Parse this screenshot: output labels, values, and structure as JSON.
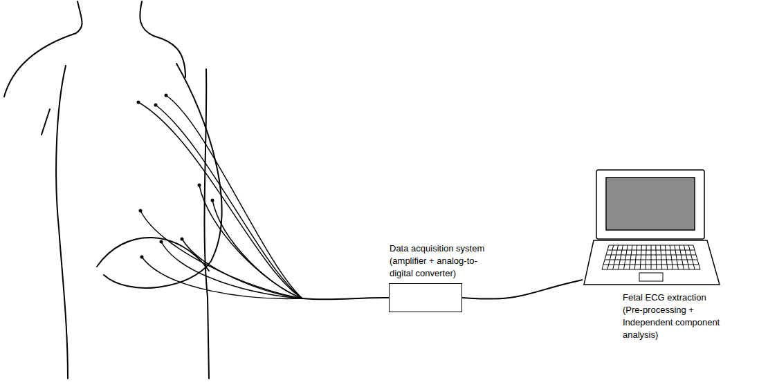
{
  "diagram": {
    "nodes": [
      {
        "text": [
          "Data acquisition system (amplifier + analog-to-digital converter)"
        ]
      },
      {
        "text": [
          "Fetal ECG extraction (Pre-processing + Independent component analysis)"
        ]
      }
    ],
    "edges": [
      {
        "from": 0,
        "to": 1,
        "arrow": "none"
      }
    ]
  }
}
